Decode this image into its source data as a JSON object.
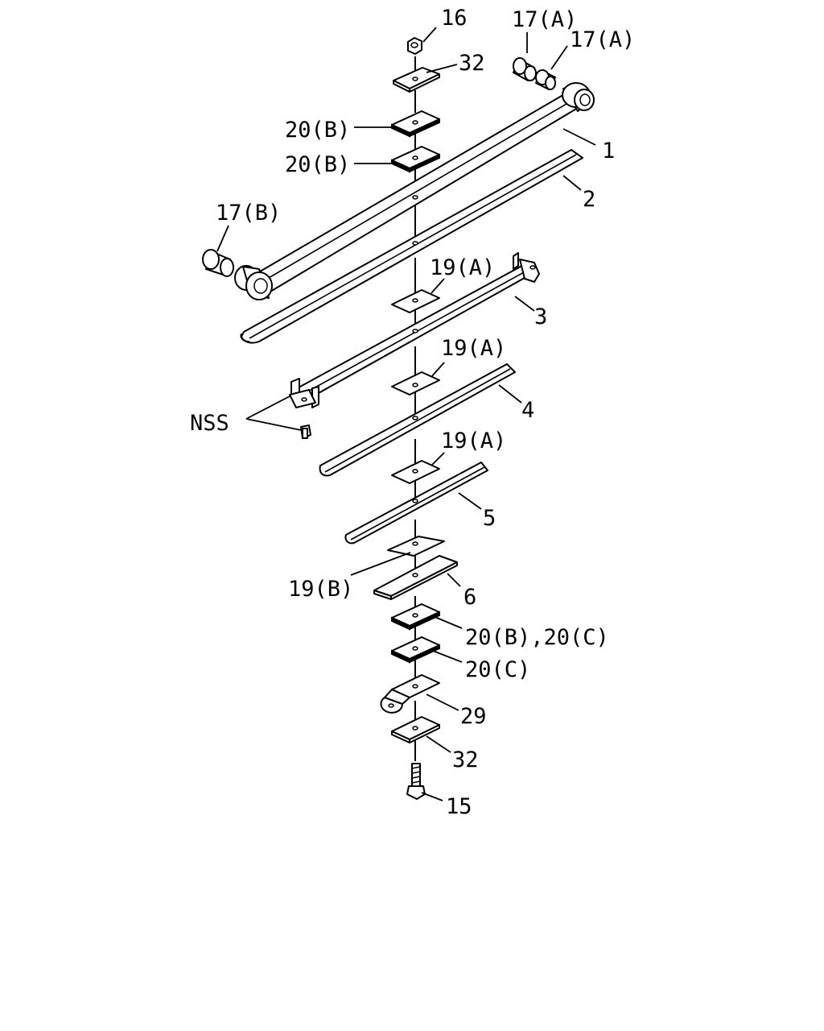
{
  "diagram": {
    "callouts": {
      "c16": "16",
      "c32_top": "32",
      "c17a_1": "17(A)",
      "c17a_2": "17(A)",
      "c20b_1": "20(B)",
      "c20b_2": "20(B)",
      "c1": "1",
      "c2": "2",
      "c17b": "17(B)",
      "c19a_1": "19(A)",
      "c3": "3",
      "c19a_2": "19(A)",
      "nss": "NSS",
      "c4": "4",
      "c19a_3": "19(A)",
      "c5": "5",
      "c19b": "19(B)",
      "c6": "6",
      "c20bc": "20(B),20(C)",
      "c20c": "20(C)",
      "c29": "29",
      "c32_bottom": "32",
      "c15": "15"
    }
  }
}
